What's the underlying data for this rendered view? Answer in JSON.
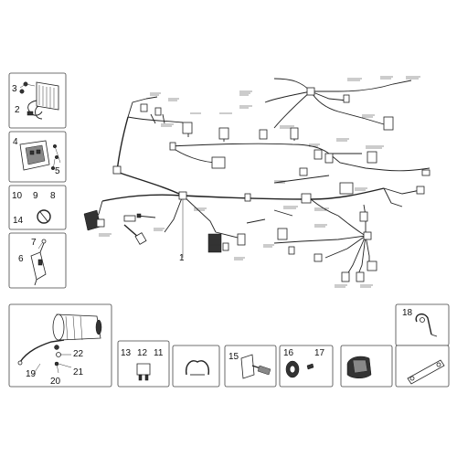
{
  "callouts": {
    "n1": "1",
    "n2": "2",
    "n3": "3",
    "n4": "4",
    "n5": "5",
    "n6": "6",
    "n7": "7",
    "n8": "8",
    "n9": "9",
    "n10": "10",
    "n11": "11",
    "n12": "12",
    "n13": "13",
    "n14": "14",
    "n15": "15",
    "n16": "16",
    "n17": "17",
    "n18": "18",
    "n19": "19",
    "n20": "20",
    "n21": "21",
    "n22": "22"
  }
}
